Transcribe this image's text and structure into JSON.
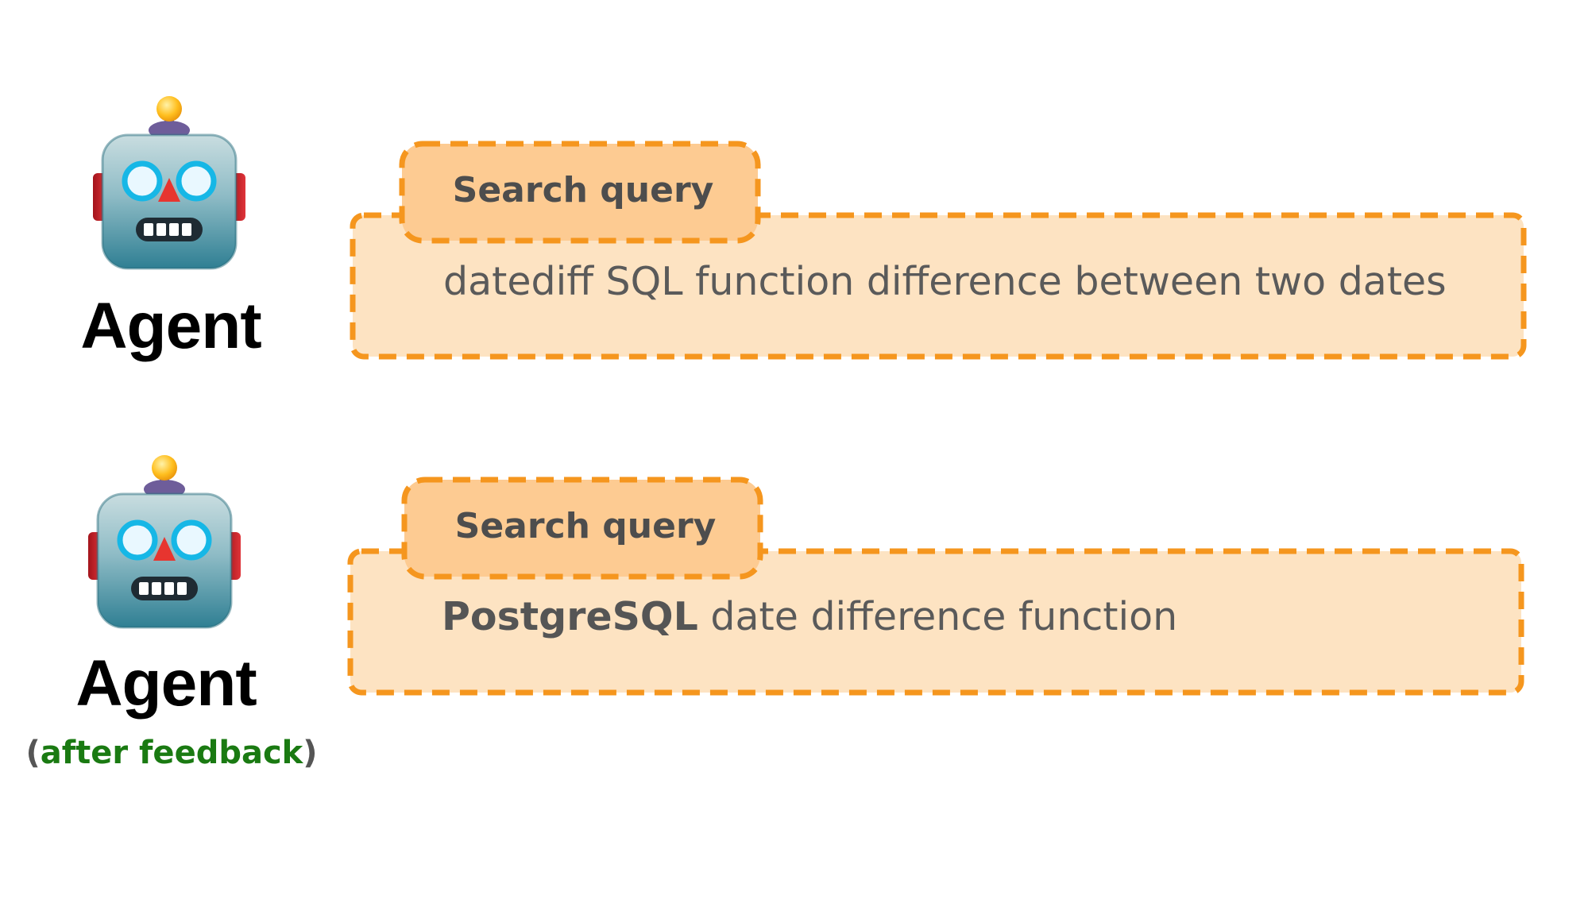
{
  "rows": [
    {
      "agent_label": "Agent",
      "tab_label": "Search query",
      "query_text": "datediff SQL function difference between two dates"
    },
    {
      "agent_label": "Agent",
      "agent_sub_open": "(",
      "agent_sub_text": "after feedback",
      "agent_sub_close": ")",
      "tab_label": "Search query",
      "query_bold": "PostgreSQL",
      "query_text": " date difference function"
    }
  ],
  "colors": {
    "frame_dash": "#f5961e",
    "frame_fill": "#fde3c2",
    "tab_fill": "#fdcb92",
    "feedback_green": "#1a7a12",
    "robot_face": "#5aa6b9"
  },
  "icons": [
    "robot-icon",
    "robot-icon"
  ]
}
